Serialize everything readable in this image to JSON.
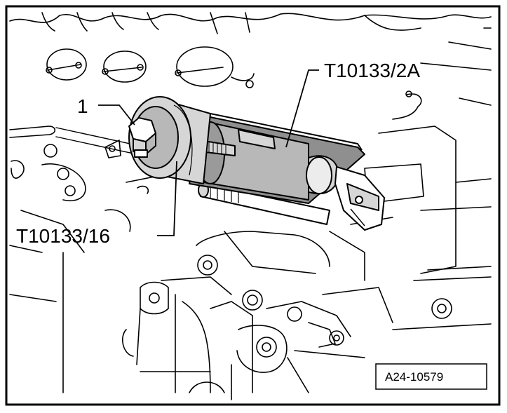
{
  "labels": {
    "item_1": "1",
    "tool_upper": "T10133/2A",
    "tool_lower": "T10133/16"
  },
  "figure_ref": "A24-10579",
  "colors": {
    "line": "#000000",
    "background": "#ffffff",
    "tool_light": "#d6d6d6",
    "tool_mid": "#b8b8b8",
    "tool_dark": "#8f8f8f"
  }
}
